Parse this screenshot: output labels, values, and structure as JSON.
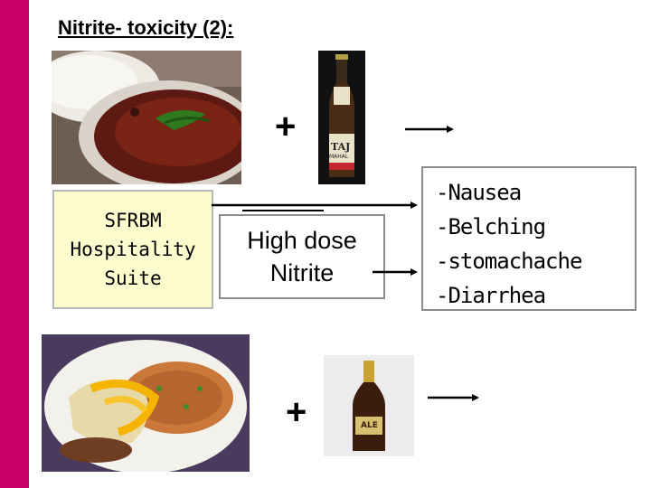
{
  "slide": {
    "title": "Nitrite- toxicity (2):",
    "accent_color": "#c8006a"
  },
  "food_top": {
    "description_icon": "curry-with-rice-photo"
  },
  "beer_top": {
    "label": "TAJ",
    "sub_label": "MAHAL"
  },
  "plus_top": "+",
  "suite_box": {
    "lines": [
      "SFRBM",
      "Hospitality",
      "Suite"
    ]
  },
  "dose_box": {
    "lines": [
      "High dose",
      "Nitrite"
    ]
  },
  "symptoms": {
    "items": [
      "-Nausea",
      "-Belching",
      "-stomachache",
      "-Diarrhea"
    ]
  },
  "food_bottom": {
    "description_icon": "mexican-plate-photo"
  },
  "beer_bottom": {
    "label": "ALE"
  },
  "plus_bottom": "+"
}
